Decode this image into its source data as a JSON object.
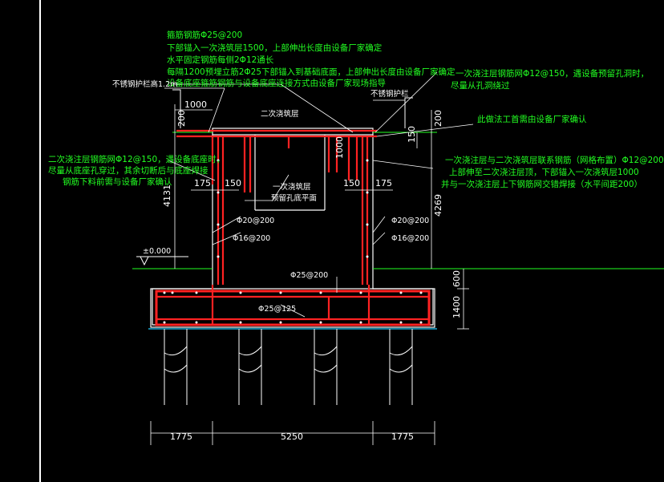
{
  "colors": {
    "background": "#000000",
    "concrete_outline": "#ffffff",
    "rebar": "#ff2222",
    "notes": "#22ff22",
    "dimensions": "#ffffff",
    "ground_line": "#22ff22"
  },
  "notes_top": [
    "箍筋钢筋Φ25@200",
    "下部锚入一次浇筑层1500，上部伸出长度由设备厂家确定",
    "水平固定钢筋每侧2Φ12通长",
    "每隔1200预埋立筋2Φ25下部锚入到基础底面，上部伸出长度由设备厂家确定",
    "设备底座箍筋钢筋与设备底座连接方式由设备厂家现场指导"
  ],
  "note_guardrail_left": "不锈钢护栏高1.2m",
  "note_guardrail_right": "不锈钢护栏",
  "note_second_pour": "二次浇筑层",
  "note_anchor_hole": "一次浇筑层\n预留孔底平面",
  "note_right_1": [
    "一次浇注层钢筋网Φ12@150，遇设备预留孔洞时，",
    "尽量从孔洞绕过"
  ],
  "note_right_2": "此做法工首需由设备厂家确认",
  "note_right_3": [
    "一次浇注层与二次浇筑层联系钢筋（网格布置）Φ12@200",
    "上部伸至二次浇注层顶，下部锚入一次浇筑层1000",
    "并与一次浇注层上下钢筋网交错焊接（水平间距200）"
  ],
  "note_left": [
    "二次浇注层钢筋网Φ12@150，遇设备底座时，",
    "尽量从底座孔穿过，其余切断后与底座焊接",
    "钢筋下料前需与设备厂家确认"
  ],
  "rebar_labels": {
    "wall_left_1": "Φ20@200",
    "wall_left_2": "Φ16@200",
    "wall_right_1": "Φ20@200",
    "wall_right_2": "Φ16@200",
    "slab_top": "Φ25@200",
    "slab_bottom": "Φ25@125"
  },
  "elevation_label": "±0.000",
  "dimensions": {
    "top_left_offset": "1000",
    "top_left_height": "200",
    "h_175_left": "175",
    "h_150_left": "150",
    "h_150_right": "150",
    "h_175_right": "175",
    "total_height_left": "4131",
    "total_height_right": "4269",
    "top_right_200": "200",
    "top_right_150": "150",
    "anchor_1000": "1000",
    "base_600": "600",
    "base_1400": "1400",
    "bottom_left": "1775",
    "bottom_middle": "5250",
    "bottom_right": "1775"
  }
}
